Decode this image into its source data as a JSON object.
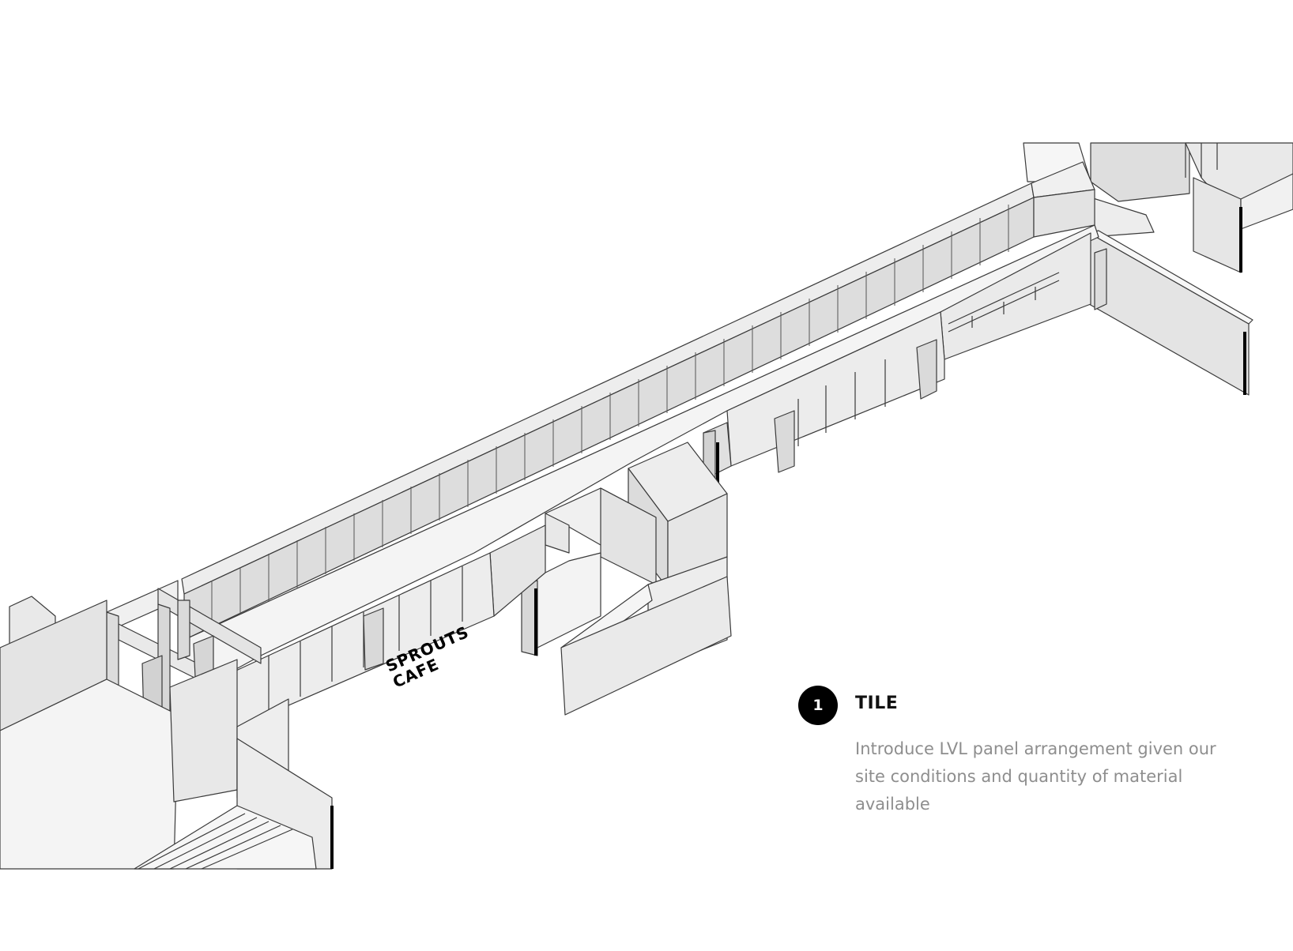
{
  "sign": {
    "line1": "SPROUTS",
    "line2": "CAFE"
  },
  "legend": {
    "number": "1",
    "title": "TILE",
    "description": "Introduce LVL panel arrangement given our site conditions and quantity of material available"
  },
  "colors": {
    "line": "#333333",
    "wall_light": "#f3f3f3",
    "wall_mid": "#e2e2e2",
    "wall_dark": "#cfcfcf",
    "accent": "#000000",
    "description_text": "#8e8e8e"
  }
}
